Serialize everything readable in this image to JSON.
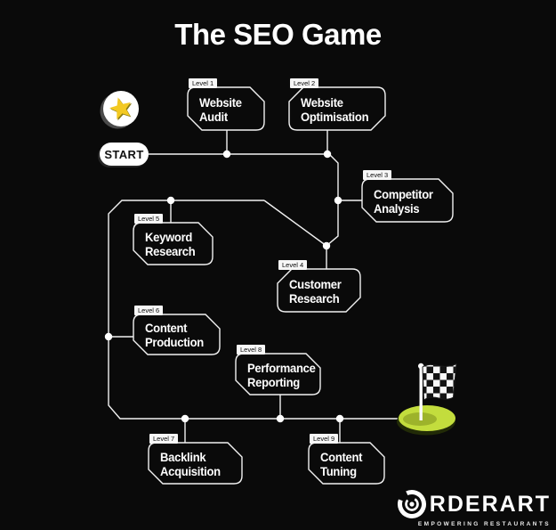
{
  "title": "The SEO Game",
  "start_label": "START",
  "levels": [
    {
      "tag": "Level 1",
      "title": "Website Audit"
    },
    {
      "tag": "Level 2",
      "title": "Website Optimisation"
    },
    {
      "tag": "Level 3",
      "title": "Competitor Analysis"
    },
    {
      "tag": "Level 4",
      "title": "Customer Research"
    },
    {
      "tag": "Level 5",
      "title": "Keyword Research"
    },
    {
      "tag": "Level 6",
      "title": "Content Production"
    },
    {
      "tag": "Level 7",
      "title": "Backlink Acquisition"
    },
    {
      "tag": "Level 8",
      "title": "Performance Reporting"
    },
    {
      "tag": "Level 9",
      "title": "Content Tuning"
    }
  ],
  "icons": {
    "start_marker": "star-coin-icon",
    "finish_marker": "checkered-flag-icon",
    "brand_mark": "orderart-target-icon"
  },
  "colors": {
    "background": "#0a0a0a",
    "line": "#f2f2f2",
    "box_border": "#f2f2f2",
    "box_fill": "#0a0a0a",
    "tab_background": "#f7f7f7",
    "star_yellow": "#f3c922",
    "flag_base_lime": "#c3dd3d",
    "text": "#ffffff"
  },
  "footer": {
    "brand": "ORDERART",
    "brand_rest": "RDERART",
    "tagline": "EMPOWERING RESTAURANTS"
  }
}
